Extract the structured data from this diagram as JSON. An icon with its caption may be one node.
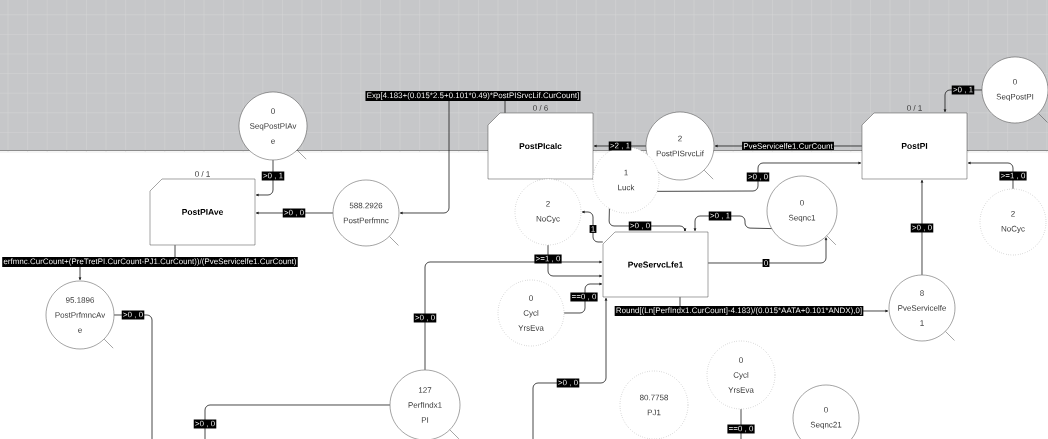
{
  "diagram": {
    "nodes": [
      {
        "text": [
          "0",
          "SeqPostPIAv e"
        ]
      },
      {
        "text": [
          "PostPIAve"
        ],
        "beside": [
          "0 / 1"
        ]
      },
      {
        "text": [
          "588.2926",
          "PostPerfmnc"
        ]
      },
      {
        "text": [
          "PostPIcalc"
        ],
        "beside": [
          "0 / 6"
        ]
      },
      {
        "text": [
          "2",
          "PostPISrvcLif"
        ]
      },
      {
        "text": [
          "PostPI"
        ],
        "beside": [
          "0 / 1"
        ]
      },
      {
        "text": [
          "0",
          "SeqPostPI"
        ]
      },
      {
        "text": [
          "1",
          "Luck"
        ]
      },
      {
        "text": [
          "2",
          "NoCyc"
        ]
      },
      {
        "text": [
          "0",
          "Seqnc1"
        ]
      },
      {
        "text": [
          "2",
          "NoCyc"
        ]
      },
      {
        "text": [
          "PveServcLfe1"
        ]
      },
      {
        "text": [
          "95.1896",
          "PostPrfmncAv e"
        ]
      },
      {
        "text": [
          "0",
          "Cycl YrsEva"
        ]
      },
      {
        "text": [
          "8",
          "PveServicelfe 1"
        ]
      },
      {
        "text": [
          "127",
          "PerfIndx1 PI"
        ]
      },
      {
        "text": [
          "80.7758",
          "PJ1"
        ]
      },
      {
        "text": [
          "0",
          "Cycl YrsEva"
        ]
      },
      {
        "text": [
          "0",
          "Seqnc21"
        ]
      }
    ],
    "edges": [
      {
        "from": 0,
        "to": 1,
        "arrow": "to",
        "label": ">0 , 1"
      },
      {
        "from": 2,
        "to": 1,
        "arrow": "to",
        "label": ">0 , 0"
      },
      {
        "from": 3,
        "to": 2,
        "arrow": "to",
        "label": "Exp[4.183+(0.015*2.5+0.101*0.49)*PostPISrvcLif.CurCount]"
      },
      {
        "from": 4,
        "to": 3,
        "arrow": "to",
        "label": ">2 , 1"
      },
      {
        "from": 5,
        "to": 4,
        "arrow": "to",
        "label": "PveServicelfe1.CurCount"
      },
      {
        "from": 6,
        "to": 5,
        "arrow": "to",
        "label": ">0 , 1"
      },
      {
        "from": 7,
        "to": 5,
        "arrow": "to",
        "label": ">0 , 0"
      },
      {
        "from": 10,
        "to": 5,
        "arrow": "to",
        "label": ">=1 , 0"
      },
      {
        "from": 14,
        "to": 5,
        "arrow": "to",
        "label": ">0 , 0"
      },
      {
        "from": 7,
        "to": 11,
        "arrow": "to",
        "label": ">0 , 0"
      },
      {
        "from": 9,
        "to": 11,
        "arrow": "to",
        "label": ">0 , 1"
      },
      {
        "from": 8,
        "to": 11,
        "arrow": "to",
        "label": ">=1 , 0"
      },
      {
        "from": 15,
        "to": 11,
        "arrow": "to",
        "label": ">0 , 0"
      },
      {
        "from": 13,
        "to": 11,
        "arrow": "to",
        "label": "==0 , 0"
      },
      {
        "from": 11,
        "to": 8,
        "arrow": "to",
        "label": "1"
      },
      {
        "from": 11,
        "to": 9,
        "arrow": "to",
        "label": "0"
      },
      {
        "from": 11,
        "to": 14,
        "arrow": "to",
        "label": "Round[(Ln[PerfIndx1.CurCount]-4.183)/(0.015*AATA+0.101*ANDX),0]"
      },
      {
        "from": null,
        "to": 11,
        "arrow": "to",
        "label": ">0 , 0"
      },
      {
        "from": 1,
        "to": 12,
        "arrow": "to",
        "label": "erfmnc.CurCount+(PreTretPI.CurCount-PJ1.CurCount))/(PveServicelfe1.CurCount)"
      },
      {
        "from": 12,
        "to": null,
        "arrow": "none",
        "label": ">0 , 0"
      },
      {
        "from": 15,
        "to": null,
        "arrow": "none",
        "label": ">0 , 0"
      },
      {
        "from": 17,
        "to": null,
        "arrow": "none",
        "label": "==0 , 0"
      }
    ]
  }
}
